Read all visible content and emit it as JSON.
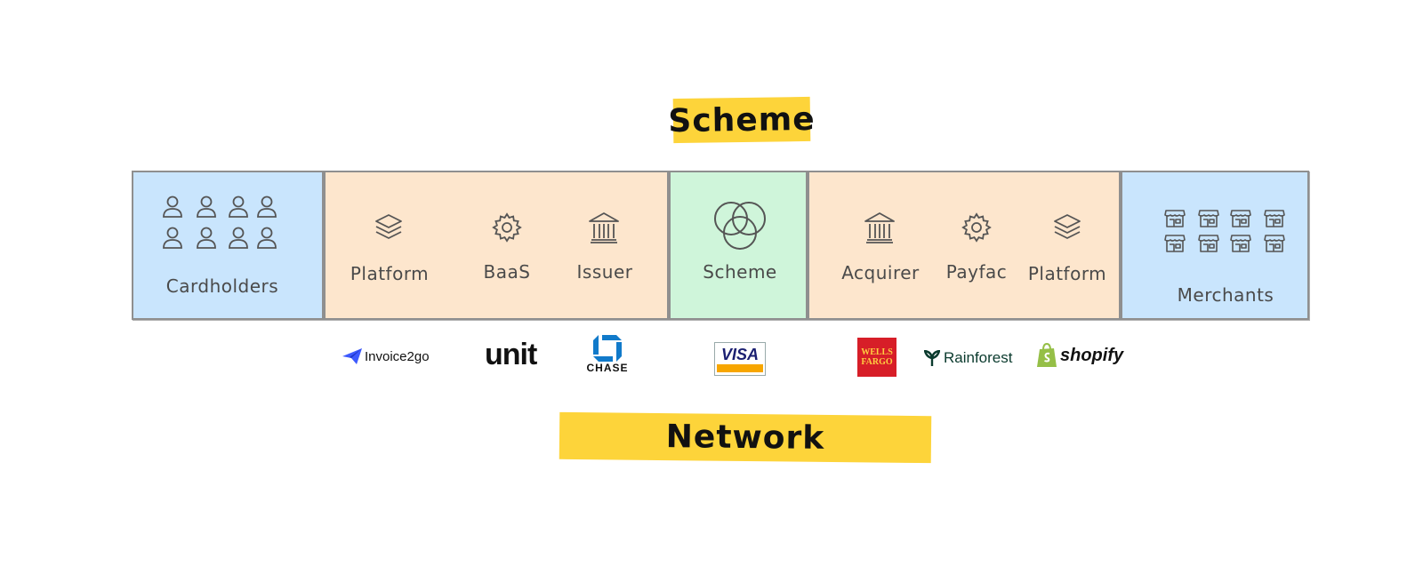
{
  "banners": {
    "top": "Scheme",
    "bottom": "Network"
  },
  "boxes": {
    "cardholders": "Cardholders",
    "issuing_side": {
      "platform": "Platform",
      "baas": "BaaS",
      "issuer": "Issuer"
    },
    "scheme": "Scheme",
    "acquiring_side": {
      "acquirer": "Acquirer",
      "payfac": "Payfac",
      "platform": "Platform"
    },
    "merchants": "Merchants"
  },
  "logos": {
    "invoice2go": "Invoice2go",
    "unit": "unit",
    "chase": "CHASE",
    "visa": "VISA",
    "wells_fargo_line1": "WELLS",
    "wells_fargo_line2": "FARGO",
    "rainforest": "Rainforest",
    "shopify": "shopify"
  },
  "colors": {
    "banner": "#fdd43a",
    "cardholder_merchant_fill": "#c9e5fd",
    "participant_fill": "#fde6cd",
    "scheme_fill": "#cff5da",
    "chase_blue": "#117aca",
    "visa_blue": "#1a1f71",
    "visa_gold": "#f7a600",
    "wells_red": "#d71e28",
    "wells_gold": "#ffcd41",
    "shopify_green": "#95bf47",
    "rainforest_green": "#0b3b2e",
    "invoice2go_blue": "#3d5afe"
  },
  "icons": {
    "cardholders": "person-icon",
    "platform": "layers-icon",
    "baas": "gear-icon",
    "issuer": "bank-icon",
    "scheme": "venn-icon",
    "acquirer": "bank-icon",
    "payfac": "gear-icon",
    "merchants": "store-icon"
  }
}
